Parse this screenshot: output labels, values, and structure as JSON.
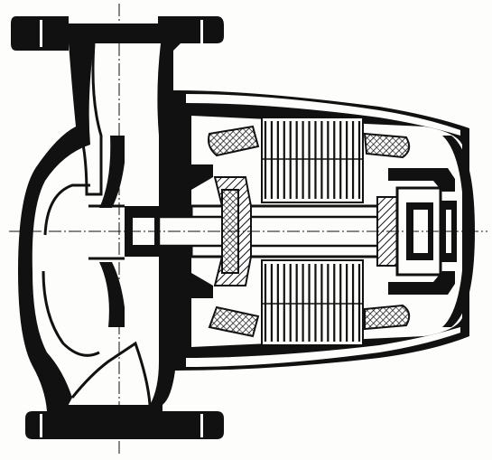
{
  "figure": {
    "subject": "pump-motor-cross-section",
    "ink": "#111111",
    "paper": "#fdfdfb",
    "hatch": "#222222",
    "stator_winding_count": 16,
    "rotor_lamination_count": 28
  },
  "chart_data": {}
}
